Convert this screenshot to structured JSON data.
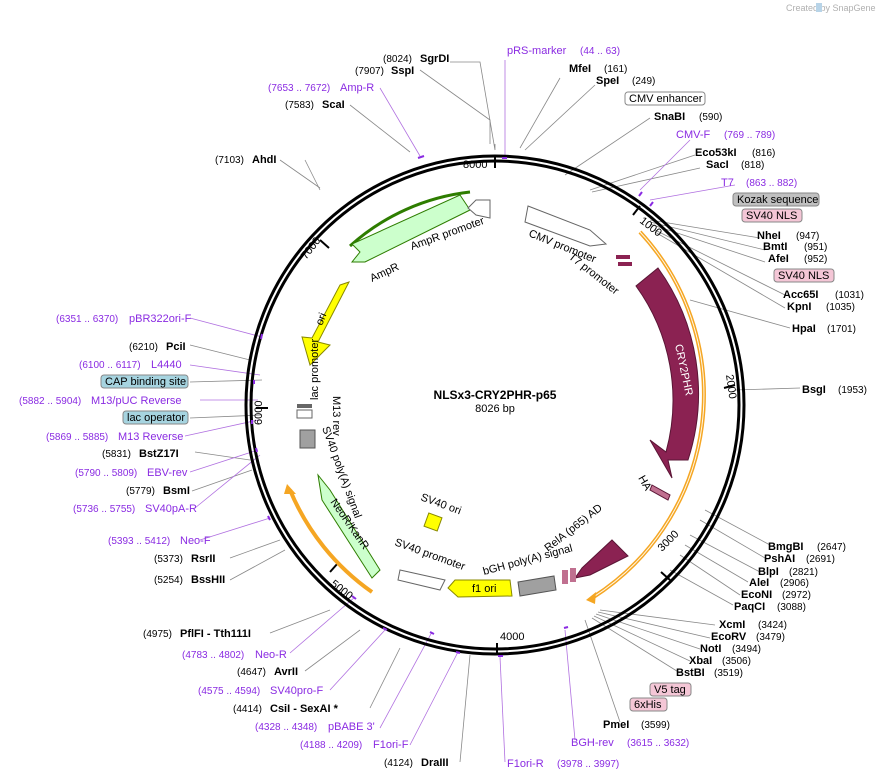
{
  "credit": "Created by SnapGene",
  "plasmid": {
    "name": "NLSx3-CRY2PHR-p65",
    "length": "8026 bp"
  },
  "ticks": [
    "8000",
    "1000",
    "2000",
    "3000",
    "4000",
    "5000",
    "6000",
    "7000"
  ],
  "enzymes_right": [
    {
      "name": "SgrDI",
      "pos": "(8024)"
    },
    {
      "name": "SspI",
      "pos": "(7907)"
    },
    {
      "name": "MfeI",
      "pos": "(161)"
    },
    {
      "name": "SpeI",
      "pos": "(249)"
    },
    {
      "name": "SnaBI",
      "pos": "(590)"
    },
    {
      "name": "Eco53kI",
      "pos": "(816)"
    },
    {
      "name": "SacI",
      "pos": "(818)"
    },
    {
      "name": "NheI",
      "pos": "(947)"
    },
    {
      "name": "BmtI",
      "pos": "(951)"
    },
    {
      "name": "AfeI",
      "pos": "(952)"
    },
    {
      "name": "Acc65I",
      "pos": "(1031)"
    },
    {
      "name": "KpnI",
      "pos": "(1035)"
    },
    {
      "name": "HpaI",
      "pos": "(1701)"
    },
    {
      "name": "BsgI",
      "pos": "(1953)"
    },
    {
      "name": "BmgBI",
      "pos": "(2647)"
    },
    {
      "name": "PshAI",
      "pos": "(2691)"
    },
    {
      "name": "BlpI",
      "pos": "(2821)"
    },
    {
      "name": "AleI",
      "pos": "(2906)"
    },
    {
      "name": "EcoNI",
      "pos": "(2972)"
    },
    {
      "name": "PaqCI",
      "pos": "(3088)"
    },
    {
      "name": "XcmI",
      "pos": "(3424)"
    },
    {
      "name": "EcoRV",
      "pos": "(3479)"
    },
    {
      "name": "NotI",
      "pos": "(3494)"
    },
    {
      "name": "XbaI",
      "pos": "(3506)"
    },
    {
      "name": "BstBI",
      "pos": "(3519)"
    },
    {
      "name": "PmeI",
      "pos": "(3599)"
    }
  ],
  "enzymes_left": [
    {
      "name": "ScaI",
      "pos": "(7583)"
    },
    {
      "name": "AhdI",
      "pos": "(7103)"
    },
    {
      "name": "PciI",
      "pos": "(6210)"
    },
    {
      "name": "BstZ17I",
      "pos": "(5831)"
    },
    {
      "name": "BsmI",
      "pos": "(5779)"
    },
    {
      "name": "RsrII",
      "pos": "(5373)"
    },
    {
      "name": "BssHII",
      "pos": "(5254)"
    },
    {
      "name": "PflFI - Tth111I",
      "pos": "(4975)"
    },
    {
      "name": "AvrII",
      "pos": "(4647)"
    },
    {
      "name": "CsiI - SexAI *",
      "pos": "(4414)"
    },
    {
      "name": "DraIII",
      "pos": "(4124)"
    }
  ],
  "primers": [
    {
      "name": "pRS-marker",
      "range": "(44 .. 63)"
    },
    {
      "name": "Amp-R",
      "range": "(7653 .. 7672)"
    },
    {
      "name": "CMV-F",
      "range": "(769 .. 789)"
    },
    {
      "name": "T7",
      "range": "(863 .. 882)"
    },
    {
      "name": "pBR322ori-F",
      "range": "(6351 .. 6370)"
    },
    {
      "name": "L4440",
      "range": "(6100 .. 6117)"
    },
    {
      "name": "M13/pUC Reverse",
      "range": "(5882 .. 5904)"
    },
    {
      "name": "M13 Reverse",
      "range": "(5869 .. 5885)"
    },
    {
      "name": "EBV-rev",
      "range": "(5790 .. 5809)"
    },
    {
      "name": "SV40pA-R",
      "range": "(5736 .. 5755)"
    },
    {
      "name": "Neo-F",
      "range": "(5393 .. 5412)"
    },
    {
      "name": "Neo-R",
      "range": "(4783 .. 4802)"
    },
    {
      "name": "SV40pro-F",
      "range": "(4575 .. 4594)"
    },
    {
      "name": "pBABE 3'",
      "range": "(4328 .. 4348)"
    },
    {
      "name": "F1ori-F",
      "range": "(4188 .. 4209)"
    },
    {
      "name": "F1ori-R",
      "range": "(3978 .. 3997)"
    },
    {
      "name": "BGH-rev",
      "range": "(3615 .. 3632)"
    }
  ],
  "boxed_labels": {
    "cmv_enhancer": "CMV enhancer",
    "kozak": "Kozak sequence",
    "sv40nls_1": "SV40 NLS",
    "sv40nls_2": "SV40 NLS",
    "cap": "CAP binding site",
    "lacop": "lac operator",
    "v5": "V5 tag",
    "his": "6xHis"
  },
  "features": {
    "cmv_promoter": "CMV promoter",
    "t7_promoter": "T7 promoter",
    "cry2phr": "CRY2PHR",
    "ha": "HA",
    "rela": "RelA (p65) AD",
    "bgh": "bGH poly(A) signal",
    "f1ori": "f1 ori",
    "sv40_promoter": "SV40 promoter",
    "sv40_ori": "SV40 ori",
    "neokan": "NeoR/KanR",
    "sv40polya": "SV40 poly(A) signal",
    "m13rev": "M13 rev",
    "lac_promoter": "lac promoter",
    "ori": "ori",
    "ampr": "AmpR",
    "ampr_promoter": "AmpR promoter"
  },
  "colors": {
    "backbone": "#000000",
    "cry2phr": "#8b2252",
    "ori": "#ffff00",
    "ampr": "#ccffcc",
    "orf_highlight": "#f5a623",
    "primer": "#8a2be2",
    "kozak_box": "#c0c0c0",
    "nls_box": "#f4c6d6",
    "cap_box": "#a6d4e0"
  }
}
